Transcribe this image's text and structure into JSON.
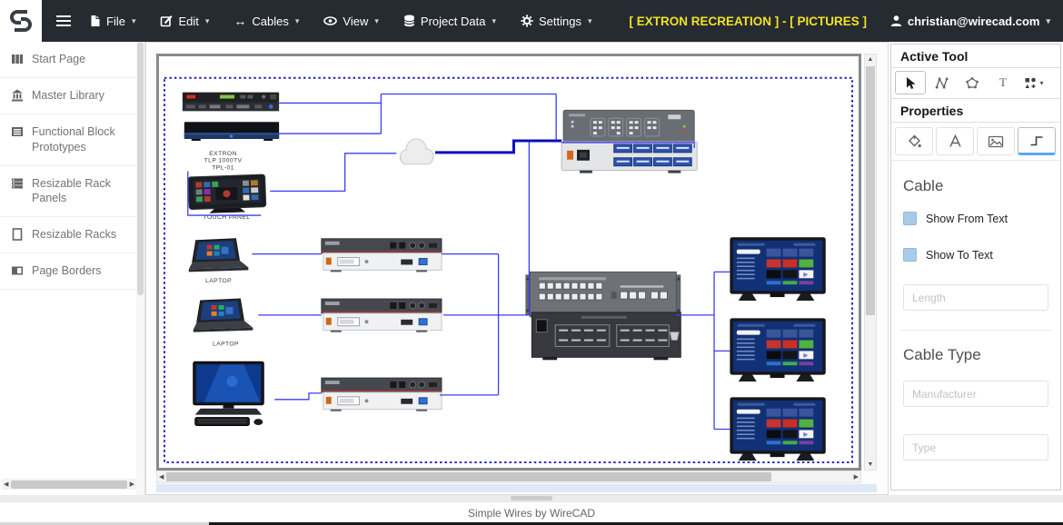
{
  "navbar": {
    "menus": [
      {
        "label": "File"
      },
      {
        "label": "Edit"
      },
      {
        "label": "Cables"
      },
      {
        "label": "View"
      },
      {
        "label": "Project Data"
      },
      {
        "label": "Settings"
      }
    ],
    "project_label": "[ EXTRON RECREATION ] - [ PICTURES ]",
    "user_email": "christian@wirecad.com"
  },
  "sidebar": {
    "items": [
      {
        "label": "Start Page"
      },
      {
        "label": "Master Library"
      },
      {
        "label": "Functional Block Prototypes"
      },
      {
        "label": "Resizable Rack Panels"
      },
      {
        "label": "Resizable Racks"
      },
      {
        "label": "Page Borders"
      }
    ]
  },
  "panel": {
    "active_tool_title": "Active Tool",
    "properties_title": "Properties",
    "text_tool_label": "T",
    "cable": {
      "title": "Cable",
      "show_from": "Show From Text",
      "show_to": "Show To Text",
      "length_placeholder": "Length"
    },
    "cable_type": {
      "title": "Cable Type",
      "manufacturer_placeholder": "Manufacturer",
      "type_placeholder": "Type"
    }
  },
  "diagram": {
    "labels": {
      "tlp_lines": [
        "EXTRON",
        "TLP 1000TV",
        "TPL-01"
      ],
      "touch_panel": "TOUCH PANEL",
      "laptop1": "LAPTOP",
      "laptop2": "LAPTOP"
    }
  },
  "footer": {
    "text": "Simple Wires by WireCAD"
  },
  "colors": {
    "navbar_bg": "#262b32",
    "accent_yellow": "#f2e226",
    "wire_blue": "#3d3df0",
    "page_border_blue": "#1d1dcd",
    "checkbox_blue": "#a9cbe8",
    "tab_active_underline": "#57a8f5"
  }
}
